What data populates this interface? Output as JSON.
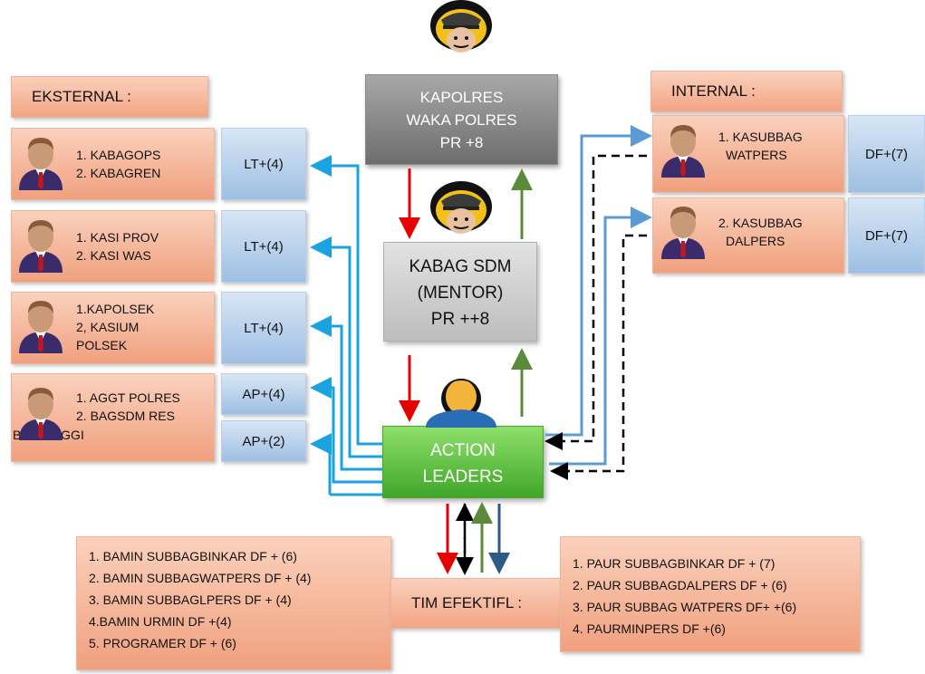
{
  "external": {
    "header": "EKSTERNAL :",
    "groups": [
      {
        "lines": [
          "1. KABAGOPS",
          "2. KABAGREN"
        ],
        "badge": "LT+(4)"
      },
      {
        "lines": [
          "1. KASI PROV",
          "2. KASI WAS"
        ],
        "badge": "LT+(4)"
      },
      {
        "lines": [
          "1.KAPOLSEK",
          "2, KASIUM",
          "POLSEK"
        ],
        "badge": "LT+(4)"
      },
      {
        "lines": [
          "1. AGGT POLRES",
          "2. BAGSDM RES",
          "BKT TINGGI"
        ],
        "badges": [
          "AP+(4)",
          "AP+(2)"
        ]
      }
    ]
  },
  "top_box": {
    "lines": [
      "KAPOLRES",
      "WAKA POLRES",
      "PR +8"
    ]
  },
  "mentor_box": {
    "lines": [
      "KABAG SDM",
      "(MENTOR)",
      "PR ++8"
    ]
  },
  "action_box": {
    "lines": [
      "ACTION",
      "LEADERS"
    ]
  },
  "internal": {
    "header": "INTERNAL :",
    "groups": [
      {
        "lines": [
          "1. KASUBBAG",
          "WATPERS"
        ],
        "badge": "DF+(7)"
      },
      {
        "lines": [
          "2. KASUBBAG",
          "DALPERS"
        ],
        "badge": "DF+(7)"
      }
    ]
  },
  "tim": {
    "label": "TIM EFEKTIFL :",
    "left_list": [
      "1. BAMIN SUBBAGBINKAR DF + (6)",
      "2. BAMIN SUBBAGWATPERS DF + (4)",
      "3. BAMIN SUBBAGLPERS DF + (4)",
      "4.BAMIN URMIN DF +(4)",
      "5. PROGRAMER DF + (6)"
    ],
    "right_list": [
      "1. PAUR SUBBAGBINKAR DF + (7)",
      "2. PAUR SUBBAGDALPERS DF + (6)",
      "3. PAUR SUBBAG WATPERS DF+ +(6)",
      "4. PAURMINPERS DF +(6)"
    ]
  },
  "colors": {
    "arrow_light_blue": "#1aa3df",
    "arrow_mid_blue": "#5b9bd5",
    "arrow_dark_blue": "#2e5a88",
    "arrow_red": "#e60000",
    "arrow_green": "#5a8a3a",
    "arrow_black": "#000000"
  }
}
